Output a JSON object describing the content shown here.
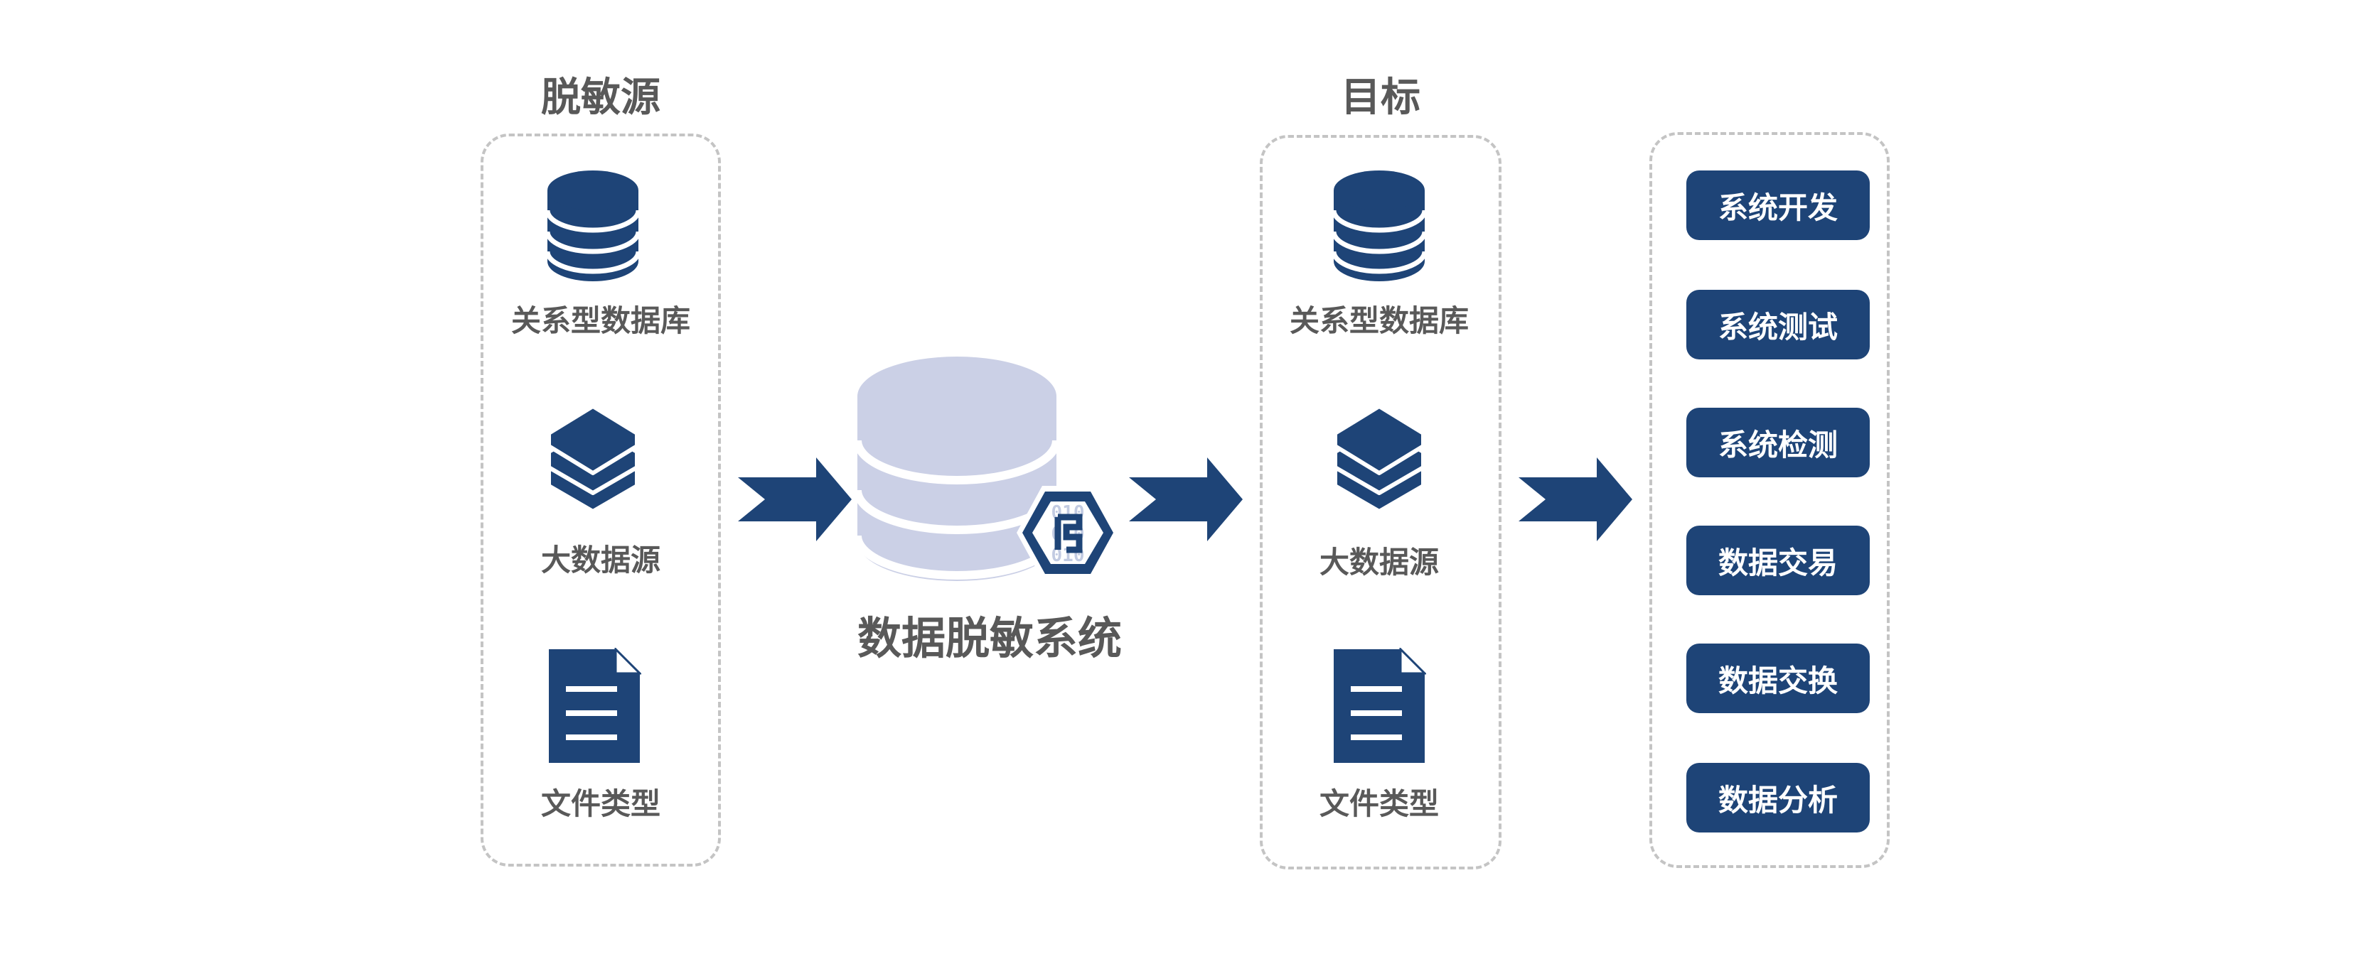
{
  "colors": {
    "primary": "#1e4477",
    "light_db": "#cbd0e6",
    "text": "#595959",
    "dashed_border": "#c4c4c4"
  },
  "source_panel": {
    "title": "脱敏源",
    "items": [
      {
        "icon": "database-icon",
        "label": "关系型数据库"
      },
      {
        "icon": "layers-icon",
        "label": "大数据源"
      },
      {
        "icon": "document-icon",
        "label": "文件类型"
      }
    ]
  },
  "system": {
    "icon": "database-shield-icon",
    "binary_digits": "010",
    "label": "数据脱敏系统"
  },
  "target_panel": {
    "title": "目标",
    "items": [
      {
        "icon": "database-icon",
        "label": "关系型数据库"
      },
      {
        "icon": "layers-icon",
        "label": "大数据源"
      },
      {
        "icon": "document-icon",
        "label": "文件类型"
      }
    ]
  },
  "usage_panel": {
    "buttons": [
      "系统开发",
      "系统测试",
      "系统检测",
      "数据交易",
      "数据交换",
      "数据分析"
    ]
  }
}
